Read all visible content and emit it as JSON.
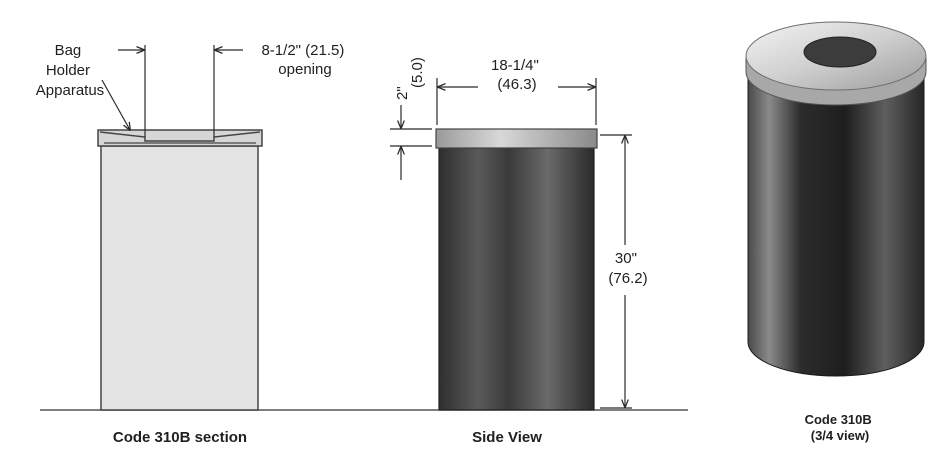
{
  "section_view": {
    "bag_holder_line1": "Bag",
    "bag_holder_line2": "Holder",
    "bag_holder_line3": "Apparatus",
    "opening_line1": "8-1/2\" (21.5)",
    "opening_line2": "opening",
    "caption": "Code 310B section"
  },
  "side_view": {
    "width_imperial": "18-1/4\"",
    "width_metric": "(46.3)",
    "lid_height_imperial": "2\"",
    "lid_height_metric": "(5.0)",
    "height_imperial": "30\"",
    "height_metric": "(76.2)",
    "caption": "Side View"
  },
  "three_quarter_view": {
    "caption_line1": "Code 310B",
    "caption_line2": "(3/4 view)"
  },
  "colors": {
    "line": "#2a2a2a",
    "section_fill": "#e4e4e4",
    "body_dark": "#3a3a3a",
    "lid": "#b9b9b9"
  }
}
